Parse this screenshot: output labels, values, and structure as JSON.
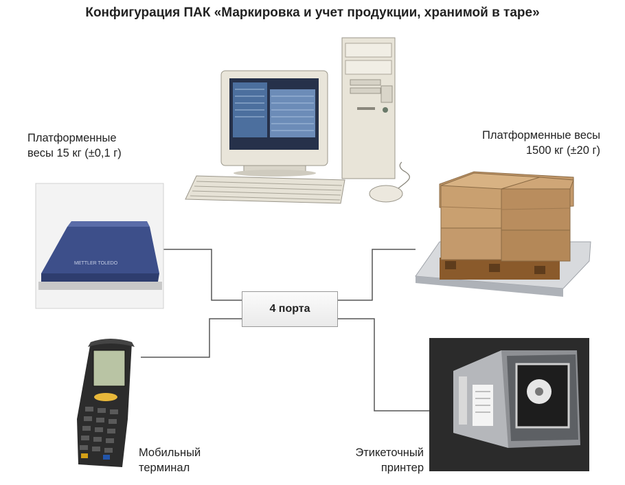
{
  "title": "Конфигурация ПАК «Маркировка и учет продукции, хранимой в таре»",
  "hub": {
    "label": "4 порта"
  },
  "devices": {
    "small_scale": {
      "line1": "Платформенные",
      "line2": "весы 15 кг (±0,1 г)",
      "brand": "METTLER TOLEDO"
    },
    "large_scale": {
      "line1": "Платформенные весы",
      "line2": "1500 кг (±20 г)"
    },
    "mobile_terminal": {
      "line1": "Мобильный",
      "line2": "терминал"
    },
    "label_printer": {
      "line1": "Этикеточный",
      "line2": "принтер"
    }
  },
  "colors": {
    "connector_line": "#555555",
    "scale_blue": "#3d4f8a",
    "box_brown": "#c49a6c",
    "pallet_wood": "#8a5a2b",
    "computer_beige": "#e8e4d8",
    "printer_photo_bg": "#2b2b2b"
  }
}
